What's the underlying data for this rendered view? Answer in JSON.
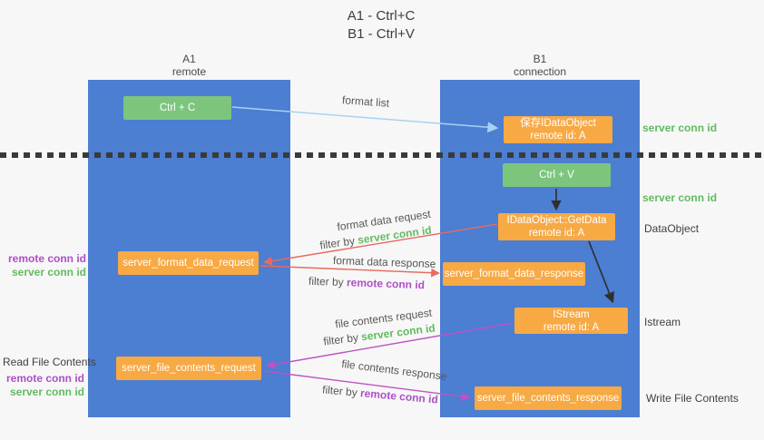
{
  "title": {
    "line1": "A1 - Ctrl+C",
    "line2": "B1 - Ctrl+V"
  },
  "columns": {
    "left": {
      "id": "A1",
      "subtitle": "remote"
    },
    "right": {
      "id": "B1",
      "subtitle": "connection"
    }
  },
  "nodes": {
    "ctrl_c": "Ctrl + C",
    "ctrl_v": "Ctrl + V",
    "save_dataobject": {
      "line1": "保存IDataObject",
      "line2": "remote id: A"
    },
    "getdata": {
      "line1": "IDataObject::GetData",
      "line2": "remote id: A"
    },
    "istream": {
      "line1": "IStream",
      "line2": "remote id: A"
    },
    "format_request": "server_format_data_request",
    "format_response": "server_format_data_response",
    "file_request": "server_file_contents_request",
    "file_response": "server_file_contents_response"
  },
  "side_labels": {
    "server_conn_id_top": "server conn id",
    "server_conn_id_mid": "server conn id",
    "dataobject": "DataObject",
    "istream": "Istream",
    "write_file": "Write File Contents",
    "read_file": "Read File Contents",
    "pair1": {
      "remote": "remote conn id",
      "server": "server conn id"
    },
    "pair2": {
      "remote": "remote conn id",
      "server": "server conn id"
    }
  },
  "arrow_labels": {
    "format_list": "format list",
    "format_data_request": "format data request",
    "filter1_prefix": "filter by ",
    "filter1_value": "server conn id",
    "format_data_response": "format data response",
    "filter2_prefix": "filter by ",
    "filter2_value": "remote conn id",
    "file_contents_request": "file contents request",
    "filter3_prefix": "filter by ",
    "filter3_value": "server conn id",
    "file_contents_response": "file contents response",
    "filter4_prefix": "filter by ",
    "filter4_value": "remote conn id"
  },
  "colors": {
    "background": "#f7f7f7",
    "column_blue": "#4c7ed2",
    "node_orange": "#f7a944",
    "node_green": "#7dc57d",
    "arrow_lightblue": "#a6d3f0",
    "arrow_red": "#e96a5e",
    "arrow_magenta": "#bd53c3",
    "arrow_black": "#2f2f2f",
    "text_green": "#62bb62",
    "text_purple": "#af4fc8"
  }
}
